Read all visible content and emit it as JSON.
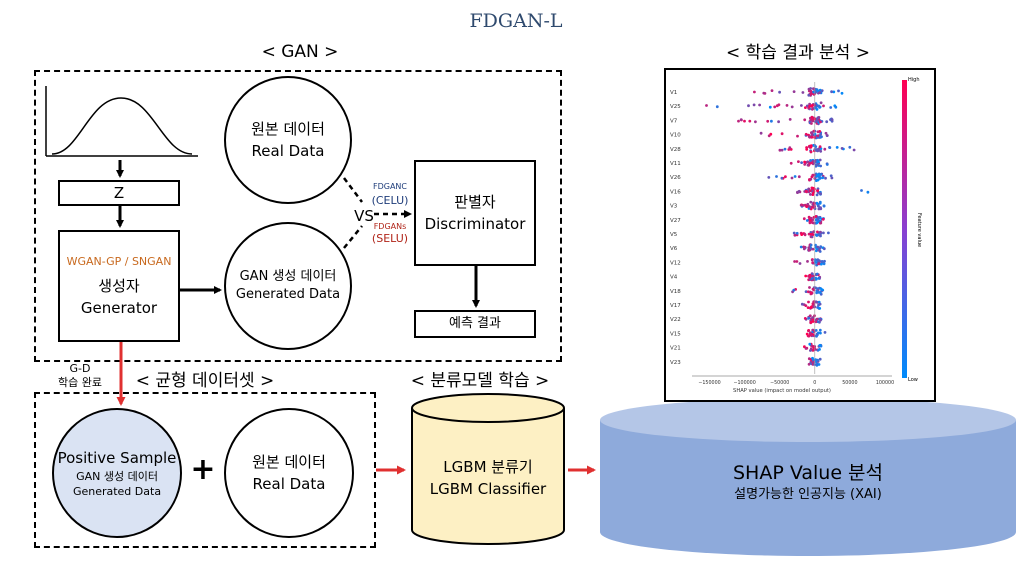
{
  "title": "FDGAN-L",
  "gan": {
    "label": "< GAN >",
    "z_label": "Z",
    "generator": {
      "model": "WGAN-GP / SNGAN",
      "ko": "생성자",
      "en": "Generator",
      "model_color": "#c8691e"
    },
    "real_data": {
      "ko": "원본 데이터",
      "en": "Real Data"
    },
    "generated": {
      "ko": "GAN 생성 데이터",
      "en": "Generated Data"
    },
    "vs": "VS",
    "fdganc": {
      "name": "FDGANC",
      "act": "(CELU)",
      "color": "#1f3d7a"
    },
    "fdgans": {
      "name": "FDGANs",
      "act": "(SELU)",
      "color": "#b02418"
    },
    "discriminator": {
      "ko": "판별자",
      "en": "Discriminator"
    },
    "prediction": "예측 결과"
  },
  "gd": {
    "line1": "G-D",
    "line2": "학습 완료"
  },
  "balanced": {
    "label": "< 균형 데이터셋 >",
    "positive": {
      "title": "Positive Sample",
      "ko": "GAN 생성 데이터",
      "en": "Generated Data",
      "fill": "#dae3f3"
    },
    "plus": "+",
    "real": {
      "ko": "원본 데이터",
      "en": "Real Data"
    }
  },
  "classifier": {
    "label": "< 분류모델 학습 >",
    "ko": "LGBM 분류기",
    "en": "LGBM Classifier",
    "fill": "#fdf0c4"
  },
  "shap": {
    "label": "< 학습 결과 분석 >",
    "title": "SHAP Value 분석",
    "subtitle": "설명가능한 인공지능 (XAI)",
    "fill": "#8eaadb",
    "top_fill": "#b4c6e7"
  },
  "chart_data": {
    "type": "scatter",
    "features": [
      "V1",
      "V25",
      "V7",
      "V10",
      "V28",
      "V11",
      "V26",
      "V16",
      "V3",
      "V27",
      "V5",
      "V6",
      "V12",
      "V4",
      "V18",
      "V17",
      "V22",
      "V15",
      "V21",
      "V23"
    ],
    "spread": [
      [
        -110000,
        40000
      ],
      [
        -160000,
        30000
      ],
      [
        -120000,
        25000
      ],
      [
        -90000,
        20000
      ],
      [
        -60000,
        75000
      ],
      [
        -40000,
        25000
      ],
      [
        -75000,
        30000
      ],
      [
        -30000,
        95000
      ],
      [
        -20000,
        15000
      ],
      [
        -15000,
        15000
      ],
      [
        -30000,
        20000
      ],
      [
        -20000,
        15000
      ],
      [
        -40000,
        15000
      ],
      [
        -15000,
        10000
      ],
      [
        -35000,
        12000
      ],
      [
        -20000,
        10000
      ],
      [
        -15000,
        15000
      ],
      [
        -12000,
        15000
      ],
      [
        -15000,
        10000
      ],
      [
        -8000,
        8000
      ]
    ],
    "xticks": [
      "−150000",
      "−100000",
      "−50000",
      "0",
      "50000",
      "100000"
    ],
    "xtick_values": [
      -150000,
      -100000,
      -50000,
      0,
      50000,
      100000
    ],
    "xlim": [
      -175000,
      110000
    ],
    "xlabel": "SHAP value (impact on model output)",
    "colorbar": {
      "label": "Feature value",
      "high": "High",
      "low": "Low",
      "high_color": "#ff0052",
      "low_color": "#008bfb"
    }
  }
}
